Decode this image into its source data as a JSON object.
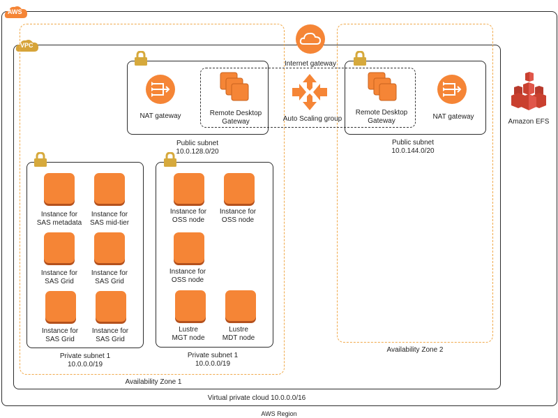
{
  "region": {
    "badge": "AWS",
    "label": "AWS Region"
  },
  "vpc": {
    "badge": "VPC",
    "label": "Virtual private cloud 10.0.0.0/16"
  },
  "zones": [
    {
      "label": "Availability Zone 1"
    },
    {
      "label": "Availability Zone 2"
    }
  ],
  "internet_gateway": {
    "label": "Internet gateway"
  },
  "auto_scaling": {
    "label": "Auto Scaling group"
  },
  "efs": {
    "label": "Amazon EFS"
  },
  "public_subnets": [
    {
      "name": "Public subnet",
      "cidr": "10.0.128.0/20",
      "nat": "NAT gateway",
      "rdg": [
        "Remote Desktop",
        "Gateway"
      ]
    },
    {
      "name": "Public subnet",
      "cidr": "10.0.144.0/20",
      "nat": "NAT gateway",
      "rdg": [
        "Remote Desktop",
        "Gateway"
      ]
    }
  ],
  "private_subnets": [
    {
      "name": "Private subnet 1",
      "cidr": "10.0.0.0/19",
      "instances": [
        [
          "Instance for",
          "SAS metadata"
        ],
        [
          "Instance for",
          "SAS mid-tier"
        ],
        [
          "Instance for",
          "SAS Grid"
        ],
        [
          "Instance for",
          "SAS Grid"
        ],
        [
          "Instance for",
          "SAS Grid"
        ],
        [
          "Instance for",
          "SAS Grid"
        ]
      ]
    },
    {
      "name": "Private subnet 1",
      "cidr": "10.0.0.0/19",
      "instances": [
        [
          "Instance for",
          "OSS node"
        ],
        [
          "Instance for",
          "OSS node"
        ],
        [
          "Instance for",
          "OSS node"
        ],
        [
          "Lustre",
          "MGT node"
        ],
        [
          "Lustre",
          "MDT node"
        ]
      ]
    }
  ],
  "colors": {
    "orange": "#f58536",
    "az_border": "#f0a848",
    "lock": "#d6a93c",
    "efs": "#c9402f",
    "badge_aws": "#f58536",
    "badge_vpc": "#d6a43a"
  }
}
